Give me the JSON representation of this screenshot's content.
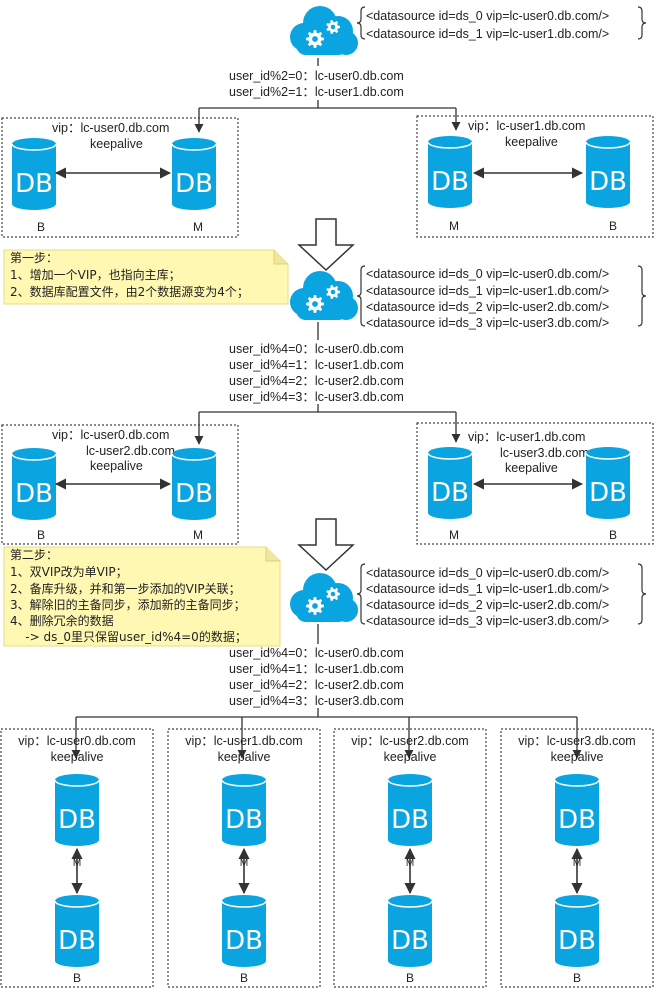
{
  "colors": {
    "db": "#0aa5e0",
    "note": "#fff8b3",
    "line": "#333333",
    "box": "#444444"
  },
  "icons": {
    "cloud": "cloud-gear-icon",
    "db": "database-icon"
  },
  "db_label": "DB",
  "stage1": {
    "ds": [
      "<datasource id=ds_0 vip=lc-user0.db.com/>",
      "<datasource id=ds_1 vip=lc-user1.db.com/>"
    ],
    "routes": [
      "user_id%2=0：lc-user0.db.com",
      "user_id%2=1：lc-user1.db.com"
    ],
    "groups": [
      {
        "vip": [
          "vip：lc-user0.db.com"
        ],
        "keepalive": "keepalive",
        "left": "B",
        "right": "M"
      },
      {
        "vip": [
          "vip：lc-user1.db.com"
        ],
        "keepalive": "keepalive",
        "left": "M",
        "right": "B"
      }
    ]
  },
  "note1": {
    "lines": [
      "第一步：",
      "1、增加一个VIP，也指向主库；",
      "2、数据库配置文件，由2个数据源变为4个；"
    ]
  },
  "stage2": {
    "ds": [
      "<datasource id=ds_0 vip=lc-user0.db.com/>",
      "<datasource id=ds_1 vip=lc-user1.db.com/>",
      "<datasource id=ds_2 vip=lc-user2.db.com/>",
      "<datasource id=ds_3 vip=lc-user3.db.com/>"
    ],
    "routes": [
      "user_id%4=0：lc-user0.db.com",
      "user_id%4=1：lc-user1.db.com",
      "user_id%4=2：lc-user2.db.com",
      "user_id%4=3：lc-user3.db.com"
    ],
    "groups": [
      {
        "vip": [
          "vip：lc-user0.db.com",
          "lc-user2.db.com"
        ],
        "keepalive": "keepalive",
        "left": "B",
        "right": "M"
      },
      {
        "vip": [
          "vip：lc-user1.db.com",
          "lc-user3.db.com"
        ],
        "keepalive": "keepalive",
        "left": "M",
        "right": "B"
      }
    ]
  },
  "note2": {
    "lines": [
      "第二步：",
      "1、双VIP改为单VIP；",
      "2、备库升级，并和第一步添加的VIP关联；",
      "3、解除旧的主备同步，添加新的主备同步；",
      "4、删除冗余的数据",
      "    -> ds_0里只保留user_id%4=0的数据；"
    ]
  },
  "stage3": {
    "ds": [
      "<datasource id=ds_0 vip=lc-user0.db.com/>",
      "<datasource id=ds_1 vip=lc-user1.db.com/>",
      "<datasource id=ds_2 vip=lc-user2.db.com/>",
      "<datasource id=ds_3 vip=lc-user3.db.com/>"
    ],
    "routes": [
      "user_id%4=0：lc-user0.db.com",
      "user_id%4=1：lc-user1.db.com",
      "user_id%4=2：lc-user2.db.com",
      "user_id%4=3：lc-user3.db.com"
    ],
    "groups": [
      {
        "vip": "vip：lc-user0.db.com",
        "keepalive": "keepalive",
        "link": "M",
        "bottom": "B"
      },
      {
        "vip": "vip：lc-user1.db.com",
        "keepalive": "keepalive",
        "link": "M",
        "bottom": "B"
      },
      {
        "vip": "vip：lc-user2.db.com",
        "keepalive": "keepalive",
        "link": "M",
        "bottom": "B"
      },
      {
        "vip": "vip：lc-user3.db.com",
        "keepalive": "keepalive",
        "link": "M",
        "bottom": "B"
      }
    ]
  }
}
